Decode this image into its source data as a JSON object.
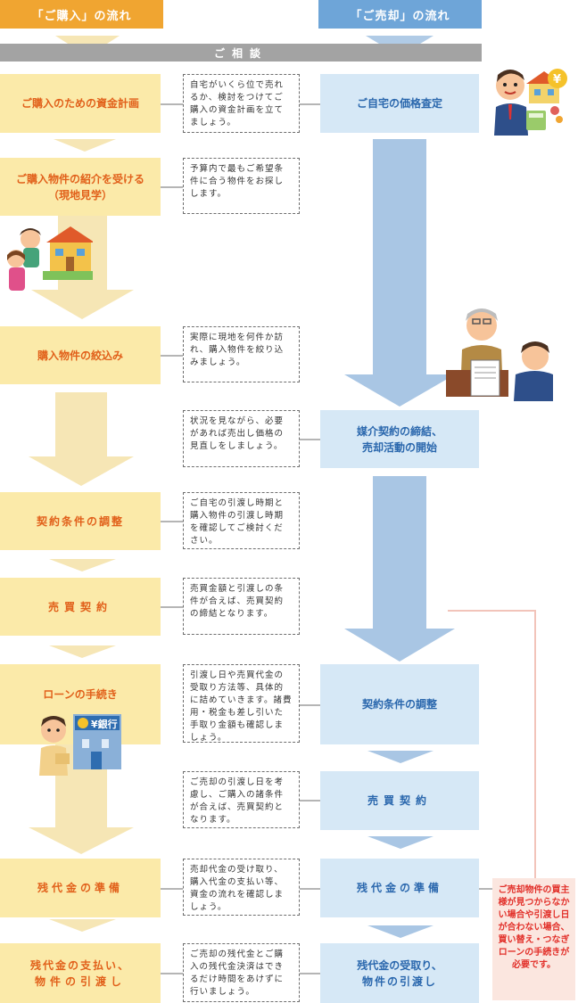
{
  "headers": {
    "buy": "「ご購入」の流れ",
    "sell": "「ご売却」の流れ"
  },
  "consult": "ご相談",
  "buy_steps": [
    {
      "label": "ご購入のための資金計画"
    },
    {
      "label": "ご購入物件の紹介を受ける",
      "sub": "（現地見学）"
    },
    {
      "label": "購入物件の絞込み"
    },
    {
      "label": "契約条件の調整"
    },
    {
      "label": "売買契約"
    },
    {
      "label": "ローンの手続き"
    },
    {
      "label": "残代金の準備"
    },
    {
      "label": "残代金の支払い、",
      "sub": "物件の引渡し"
    }
  ],
  "sell_steps": [
    {
      "label": "ご自宅の価格査定"
    },
    {
      "label": "媒介契約の締結、",
      "sub": "売却活動の開始"
    },
    {
      "label": "契約条件の調整"
    },
    {
      "label": "売買契約"
    },
    {
      "label": "残代金の準備"
    },
    {
      "label": "残代金の受取り、",
      "sub": "物件の引渡し"
    }
  ],
  "notes": [
    "自宅がいくら位で売れるか、検討をつけてご購入の資金計画を立てましょう。",
    "予算内で最もご希望条件に合う物件をお探しします。",
    "実際に現地を何件か訪れ、購入物件を絞り込みましょう。",
    "状況を見ながら、必要があれば売出し価格の見直しをしましょう。",
    "ご自宅の引渡し時期と購入物件の引渡し時期を確認してご検討ください。",
    "売買金額と引渡しの条件が合えば、売買契約の締結となります。",
    "引渡し日や売買代金の受取り方法等、具体的に詰めていきます。諸費用・税金も差し引いた手取り金額も確認しましょう。",
    "ご売却の引渡し日を考慮し、ご購入の諸条件が合えば、売買契約となります。",
    "売却代金の受け取り、購入代金の支払い等、資金の流れを確認しましょう。",
    "ご売却の残代金とご購入の残代金決済はできるだけ時間をあけずに行いましょう。"
  ],
  "side_note": "ご売却物件の買主様が見つからなかい場合や引渡し日が合わない場合、買い替え・つなぎローンの手続きが必要です。",
  "bank_sign": "¥銀行",
  "colors": {
    "buy_header": "#f0a531",
    "sell_header": "#6ea5d8",
    "buy_box": "#fbeaa9",
    "sell_box": "#d6e8f6",
    "buy_text": "#e1601a",
    "sell_text": "#2a67ad",
    "side_text": "#e2312b"
  }
}
